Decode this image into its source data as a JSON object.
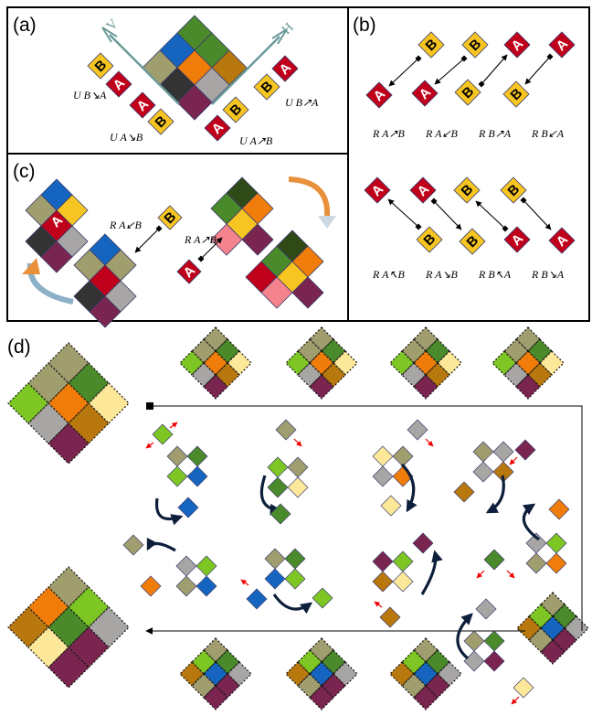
{
  "panels": {
    "a": "(a)",
    "b": "(b)",
    "c": "(c)",
    "d": "(d)"
  },
  "tiles": {
    "A": "A",
    "B": "B"
  },
  "axis_labels": {
    "vertical": "V",
    "horizontal": "H"
  },
  "panel_a": {
    "labels": {
      "u_ba_se": "U_{B↘A}",
      "u_a_se_b": "U_{A↘B}",
      "u_ba_ne": "U_{B↗A}",
      "u_ab_ne": "U_{A↗B}"
    },
    "text": {
      "u_ba_se": "U B↘A",
      "u_a_se_b": "U A↘B",
      "u_ba_ne": "U B↗A",
      "u_ab_ne": "U A↗B"
    }
  },
  "panel_b": {
    "top_labels": [
      "R A↗B",
      "R A↙B",
      "R B↗A",
      "R B↙A"
    ],
    "bottom_labels": [
      "R A↖B",
      "R A↘B",
      "R B↖A",
      "R B↘A"
    ]
  },
  "panel_c": {
    "labels": [
      "R A↙B",
      "R A↗B"
    ]
  },
  "colors": {
    "tile_a": "#c0001a",
    "tile_b": "#f7c521",
    "olive": "#a09d6f",
    "blue": "#1565c0",
    "dark": "#333333",
    "gray": "#a8a5a5",
    "purple": "#7a2550",
    "green_dark": "#4a8a2a",
    "green_light": "#7dc623",
    "cream": "#fde89a",
    "orange": "#f07d0a",
    "brown": "#b8780e",
    "teal_axis": "#6a9a98",
    "pink": "#f5838e",
    "darkgreen": "#2f4a16"
  }
}
